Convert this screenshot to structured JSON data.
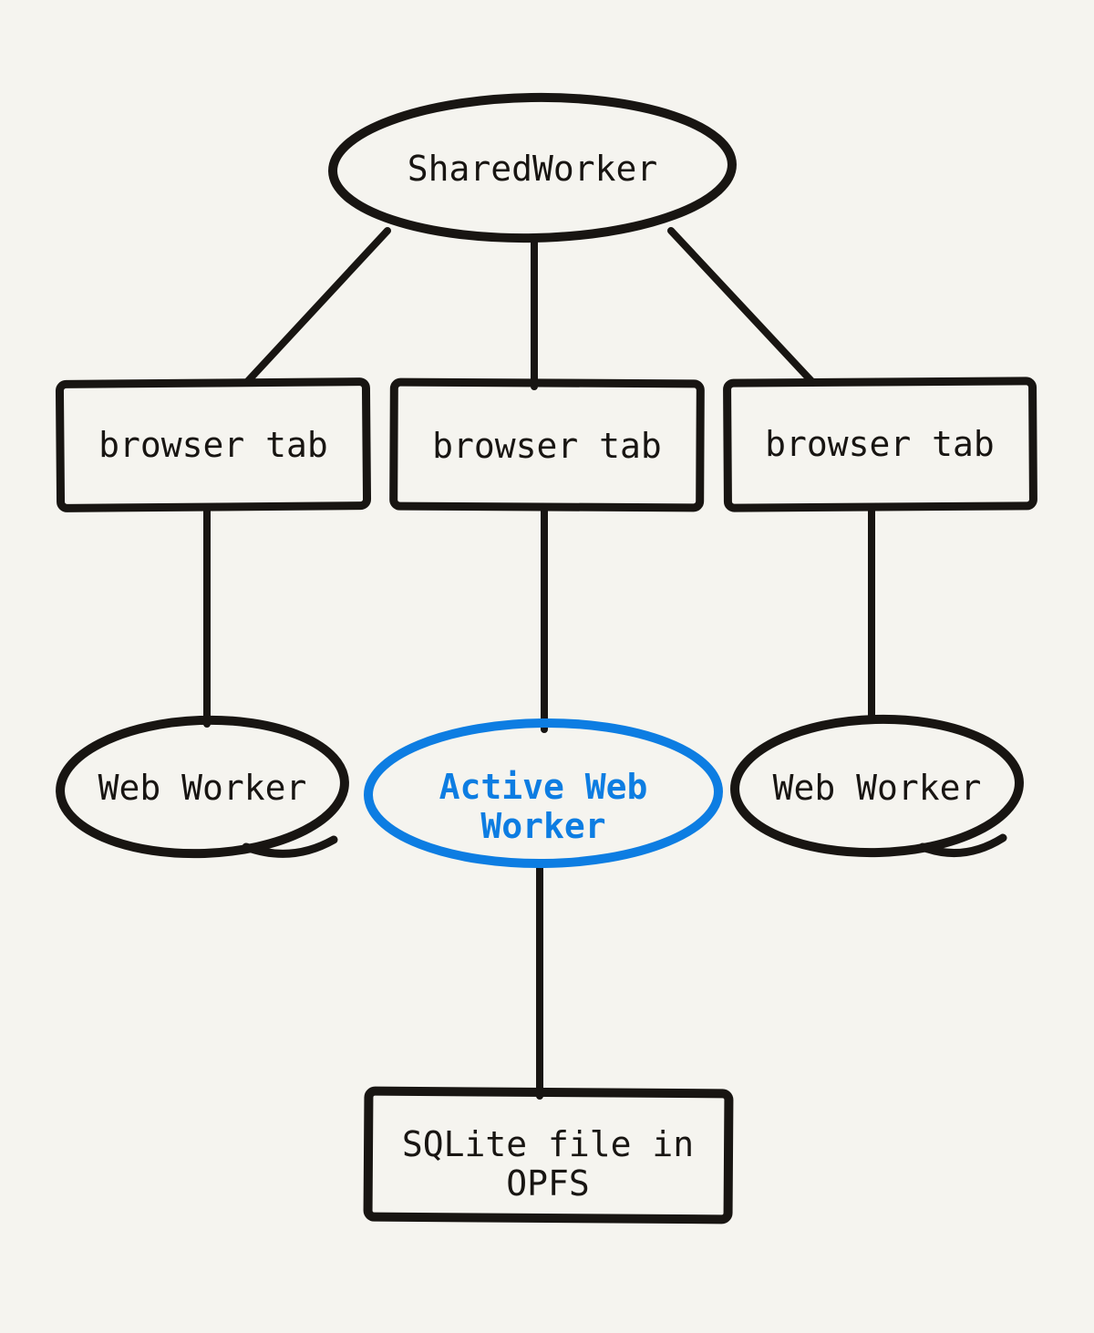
{
  "diagram": {
    "colors": {
      "background": "#f5f4ef",
      "ink": "#181512",
      "accent": "#0d7de2"
    },
    "nodes": {
      "shared_worker": {
        "label": "SharedWorker"
      },
      "browser_tabs": [
        {
          "label": "browser tab"
        },
        {
          "label": "browser tab"
        },
        {
          "label": "browser tab"
        }
      ],
      "web_worker_left": {
        "label": "Web Worker"
      },
      "active_web_worker": {
        "label": "Active Web Worker",
        "line1": "Active Web",
        "line2": "Worker"
      },
      "web_worker_right": {
        "label": "Web Worker"
      },
      "sqlite_file": {
        "label": "SQLite file in OPFS",
        "line1": "SQLite file in",
        "line2": "OPFS"
      }
    }
  }
}
